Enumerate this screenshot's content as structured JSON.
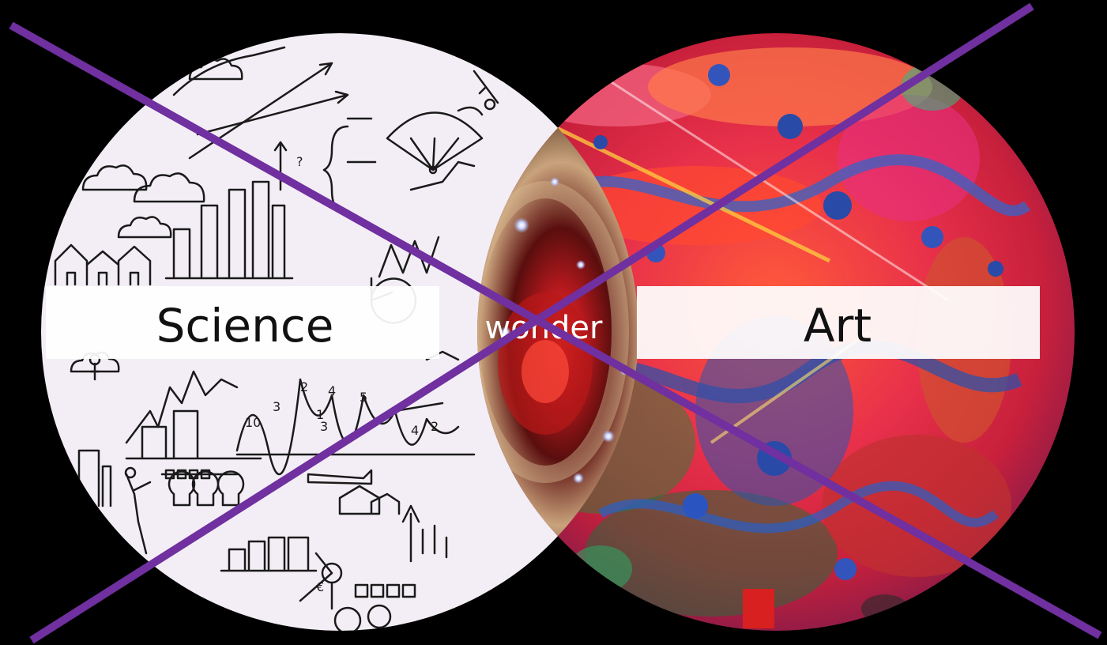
{
  "diagram": {
    "left_label": "Science",
    "right_label": "Art",
    "center_label": "wonder"
  },
  "colors": {
    "background": "#000000",
    "cross": "#7030A0",
    "band": "#ffffff",
    "science_bg": "#f3eef6",
    "sketch_ink": "#1a1a1a",
    "label_text": "#111111",
    "center_text": "#ffffff"
  }
}
